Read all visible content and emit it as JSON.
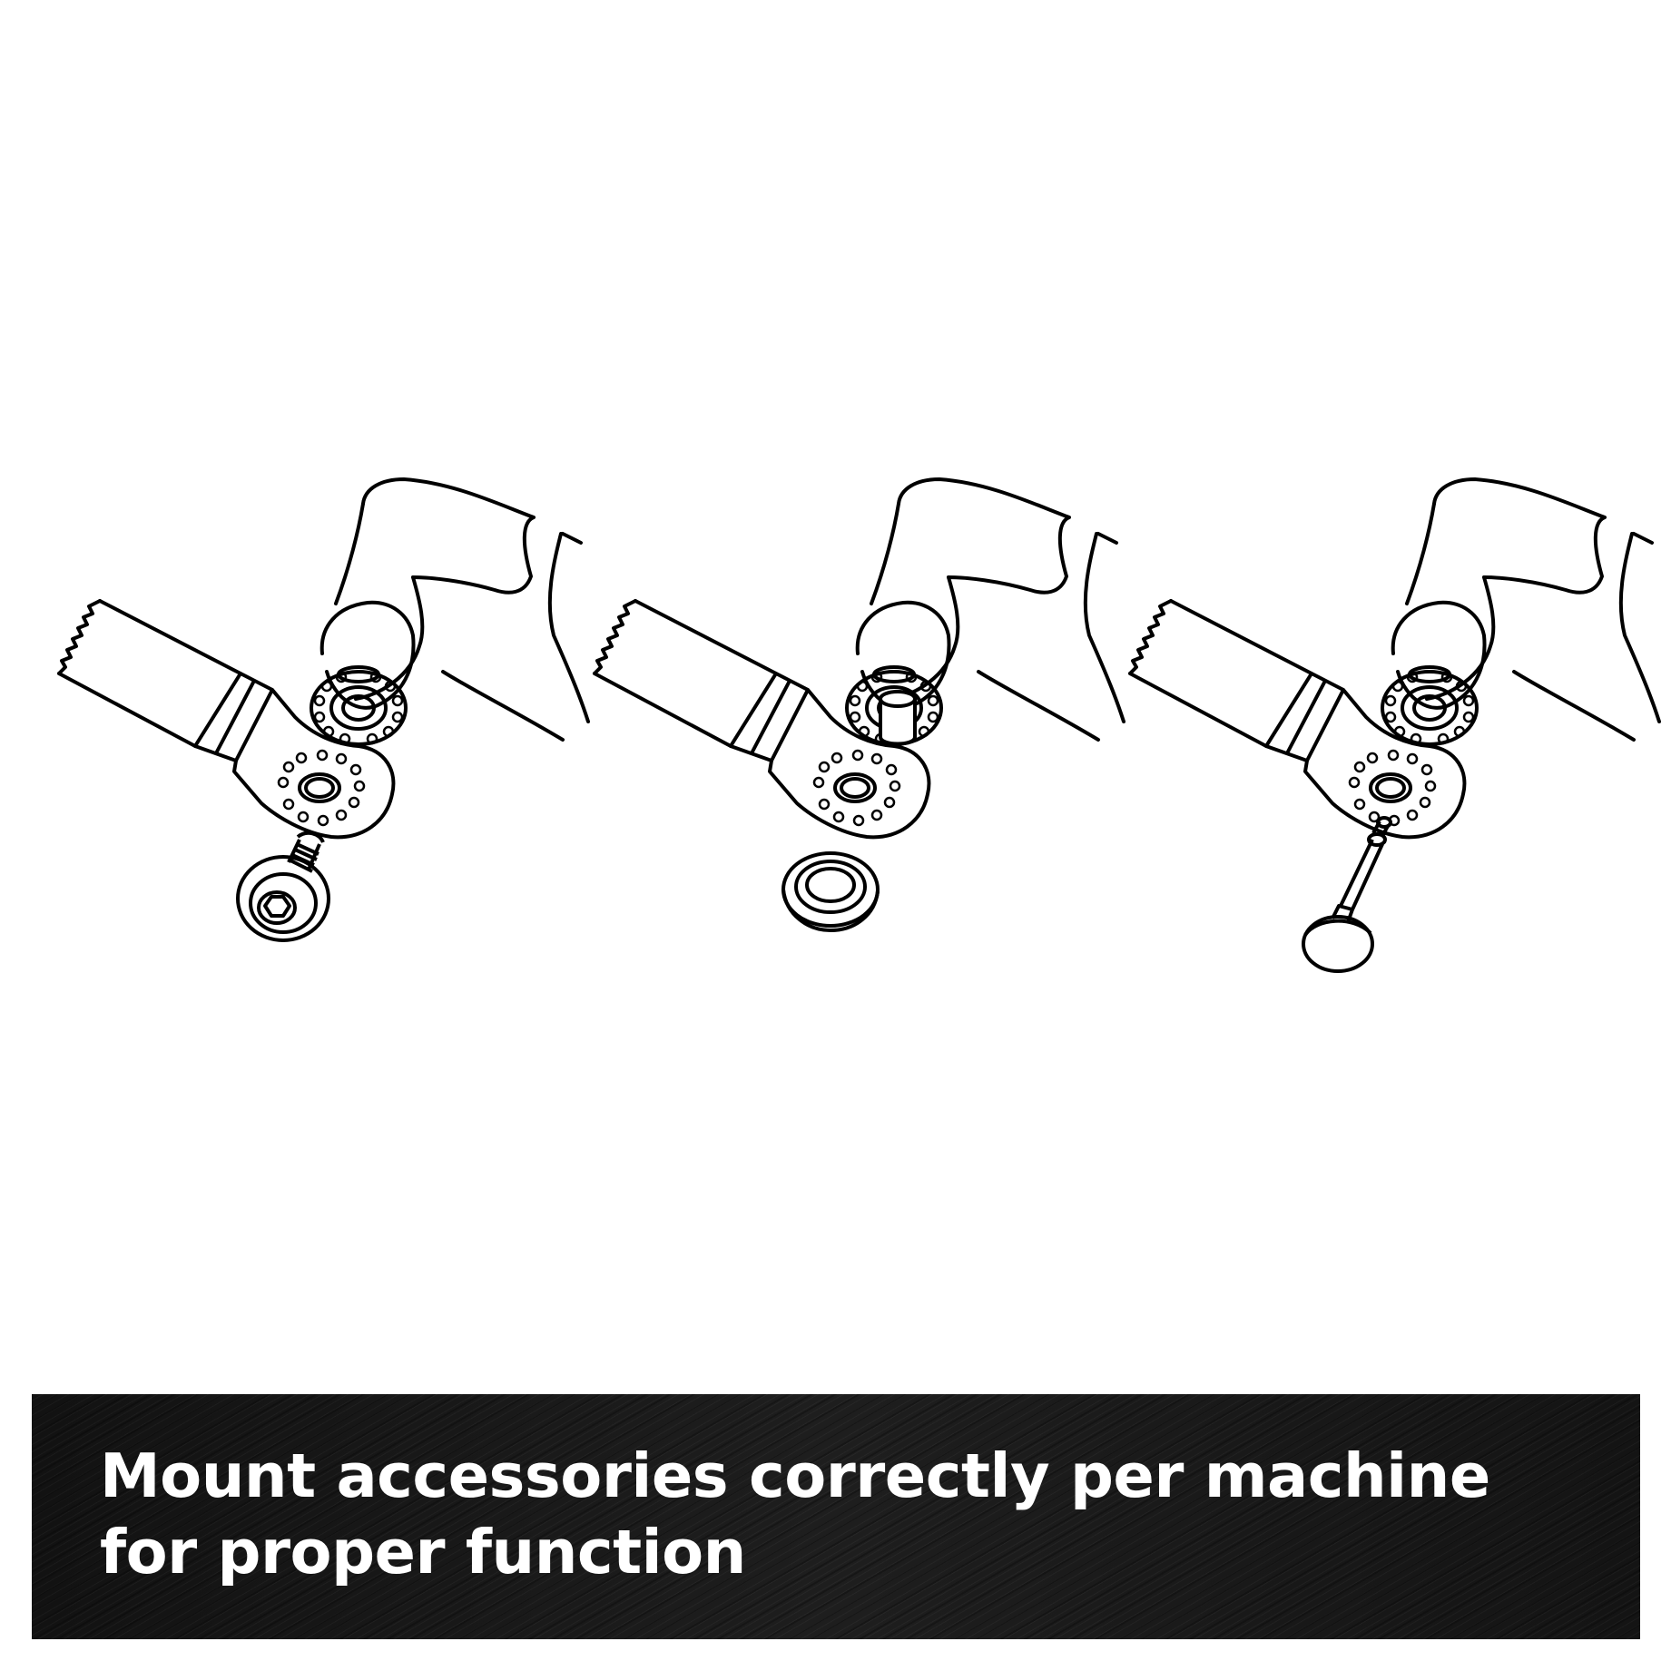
{
  "caption": {
    "text": "Mount accessories correctly per machine for proper function"
  },
  "colors": {
    "line": "#000000",
    "background": "#ffffff",
    "banner": "#161616",
    "banner_text": "#ffffff"
  },
  "panels": [
    {
      "accessory": "hex-bolt-with-washer"
    },
    {
      "accessory": "flange-adapter-ring"
    },
    {
      "accessory": "quick-release-pin"
    }
  ]
}
